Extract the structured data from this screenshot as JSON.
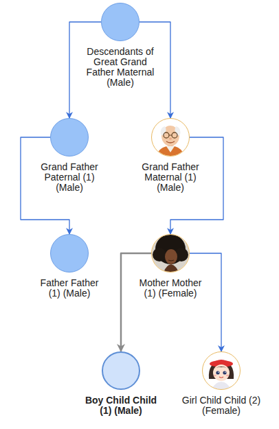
{
  "diagram": {
    "nodes": [
      {
        "text": [
          "Descendants of Great Grand Father Maternal (Male)"
        ]
      },
      {
        "text": [
          "Grand Father Paternal (1) (Male)"
        ]
      },
      {
        "text": [
          "Grand Father Maternal (1) (Male)"
        ]
      },
      {
        "text": [
          "Father Father (1) (Male)"
        ]
      },
      {
        "text": [
          "Mother Mother (1) (Female)"
        ]
      },
      {
        "text": [
          "Boy Child Child (1) (Male)"
        ]
      },
      {
        "text": [
          "Girl Child Child (2) (Female)"
        ]
      }
    ],
    "edges": [
      {
        "from": 0,
        "to": 1,
        "arrow": "to"
      },
      {
        "from": 0,
        "to": 2,
        "arrow": "to"
      },
      {
        "from": 1,
        "to": 3,
        "arrow": "to"
      },
      {
        "from": 2,
        "to": 4,
        "arrow": "to"
      },
      {
        "from": 4,
        "to": 5,
        "arrow": "to"
      },
      {
        "from": 4,
        "to": 6,
        "arrow": "to"
      }
    ]
  }
}
